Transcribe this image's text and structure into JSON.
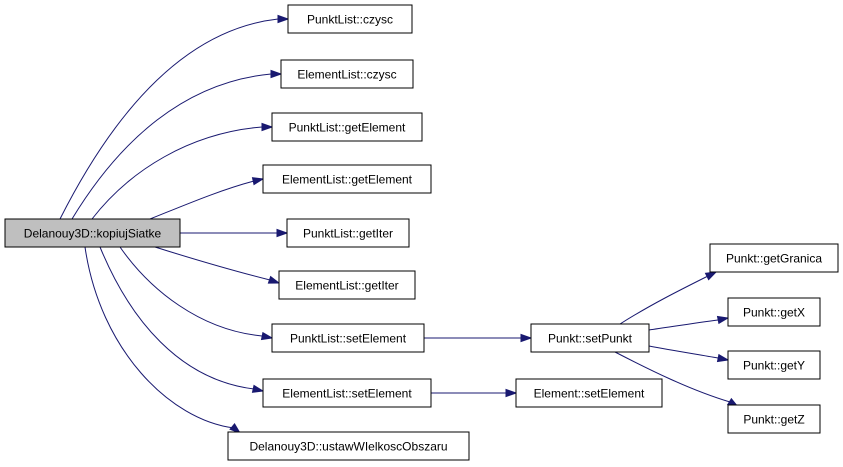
{
  "diagram": {
    "root": "Delanouy3D::kopiujSiatke",
    "nodes": {
      "root": "Delanouy3D::kopiujSiatke",
      "pl_czysc": "PunktList::czysc",
      "el_czysc": "ElementList::czysc",
      "pl_getElement": "PunktList::getElement",
      "el_getElement": "ElementList::getElement",
      "pl_getIter": "PunktList::getIter",
      "el_getIter": "ElementList::getIter",
      "pl_setElement": "PunktList::setElement",
      "el_setElement": "ElementList::setElement",
      "ustaw": "Delanouy3D::ustawWIelkoscObszaru",
      "setPunkt": "Punkt::setPunkt",
      "elem_setElement": "Element::setElement",
      "getGranica": "Punkt::getGranica",
      "getX": "Punkt::getX",
      "getY": "Punkt::getY",
      "getZ": "Punkt::getZ"
    },
    "edges": [
      [
        "root",
        "pl_czysc"
      ],
      [
        "root",
        "el_czysc"
      ],
      [
        "root",
        "pl_getElement"
      ],
      [
        "root",
        "el_getElement"
      ],
      [
        "root",
        "pl_getIter"
      ],
      [
        "root",
        "el_getIter"
      ],
      [
        "root",
        "pl_setElement"
      ],
      [
        "root",
        "el_setElement"
      ],
      [
        "root",
        "ustaw"
      ],
      [
        "pl_setElement",
        "setPunkt"
      ],
      [
        "el_setElement",
        "elem_setElement"
      ],
      [
        "setPunkt",
        "getGranica"
      ],
      [
        "setPunkt",
        "getX"
      ],
      [
        "setPunkt",
        "getY"
      ],
      [
        "setPunkt",
        "getZ"
      ]
    ],
    "colors": {
      "edge": "#191970",
      "root_fill": "#bfbfbf",
      "node_fill": "#ffffff",
      "node_border": "#000000"
    }
  }
}
